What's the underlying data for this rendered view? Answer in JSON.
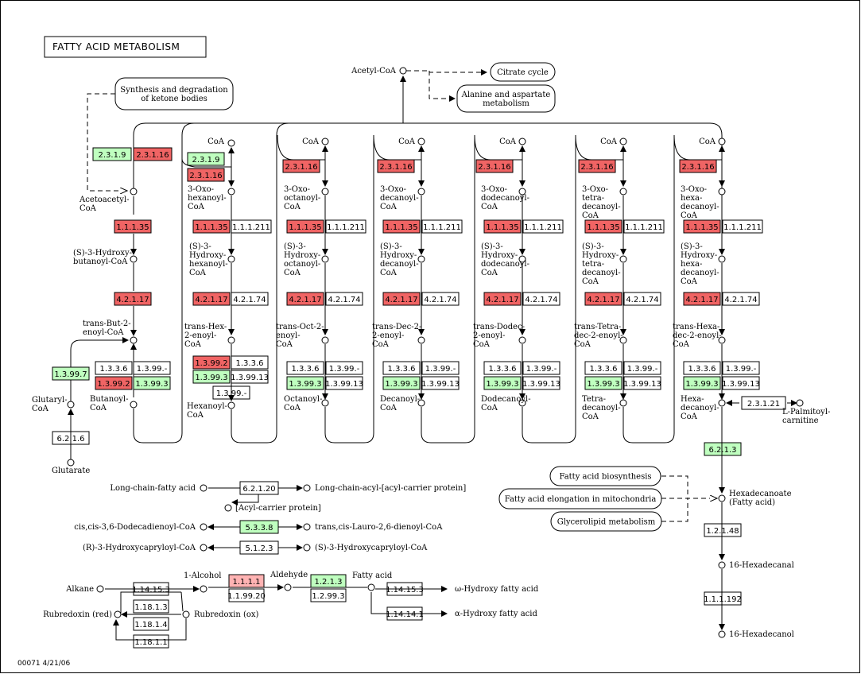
{
  "title": "FATTY ACID METABOLISM",
  "footer": "00071  4/21/06",
  "top": {
    "acetyl_coa": "Acetyl-CoA",
    "citrate_cycle": "Citrate cycle",
    "alanine": [
      "Alanine and aspartate",
      "metabolism"
    ],
    "ketone": [
      "Synthesis and degradation",
      "of ketone bodies"
    ]
  },
  "coa": "CoA",
  "col1": {
    "enz_top": [
      "2.3.1.9",
      "2.3.1.16"
    ],
    "acetoacetyl": [
      "Acetoacetyl-",
      "CoA"
    ],
    "enz_1_1_1_35": "1.1.1.35",
    "hydroxy": [
      "(S)-3-Hydroxy-",
      "butanoyl-CoA"
    ],
    "enz_4_2_1_17": "4.2.1.17",
    "transbut": [
      "trans-But-2-",
      "enoyl-CoA"
    ],
    "enz_1_3_99_7": "1.3.99.7",
    "glutaryl": [
      "Glutaryl-",
      "CoA"
    ],
    "enz_6_2_1_6": "6.2.1.6",
    "glutarate": "Glutarate",
    "enz_pair1": [
      "1.3.3.6",
      "1.3.99.-"
    ],
    "enz_pair2": [
      "1.3.99.2",
      "1.3.99.3"
    ],
    "butanoyl": [
      "Butanoyl-",
      "CoA"
    ]
  },
  "col2": {
    "enz_top": [
      "2.3.1.9",
      "2.3.1.16"
    ],
    "oxo": [
      "3-Oxo-",
      "hexanoyl-",
      "CoA"
    ],
    "enz_a": [
      "1.1.1.35",
      "1.1.1.211"
    ],
    "hydroxy": [
      "(S)-3-",
      "Hydroxy-",
      "hexanoyl-",
      "CoA"
    ],
    "enz_b": [
      "4.2.1.17",
      "4.2.1.74"
    ],
    "trans": [
      "trans-Hex-",
      "2-enoyl-",
      "CoA"
    ],
    "enz_c": [
      "1.3.99.2",
      "1.3.3.6"
    ],
    "enz_d": [
      "1.3.99.3",
      "1.3.99.13"
    ],
    "enz_e": "1.3.99.-",
    "acyl": [
      "Hexanoyl-",
      "CoA"
    ]
  },
  "columns": [
    {
      "enz_top": "2.3.1.16",
      "oxo": [
        "3-Oxo-",
        "octanoyl-",
        "CoA"
      ],
      "enz_a": [
        "1.1.1.35",
        "1.1.1.211"
      ],
      "hydroxy": [
        "(S)-3-",
        "Hydroxy-",
        "octanoyl-",
        "CoA"
      ],
      "enz_b": [
        "4.2.1.17",
        "4.2.1.74"
      ],
      "trans": [
        "trans-Oct-2-",
        "enoyl-",
        "CoA"
      ],
      "enz_c": [
        "1.3.3.6",
        "1.3.99.-"
      ],
      "enz_d": [
        "1.3.99.3",
        "1.3.99.13"
      ],
      "acyl": [
        "Octanoyl-",
        "CoA"
      ]
    },
    {
      "enz_top": "2.3.1.16",
      "oxo": [
        "3-Oxo-",
        "decanoyl-",
        "CoA"
      ],
      "enz_a": [
        "1.1.1.35",
        "1.1.1.211"
      ],
      "hydroxy": [
        "(S)-3-",
        "Hydroxy-",
        "decanoyl-",
        "CoA"
      ],
      "enz_b": [
        "4.2.1.17",
        "4.2.1.74"
      ],
      "trans": [
        "trans-Dec-2-",
        "2-enoyl-",
        "CoA"
      ],
      "enz_c": [
        "1.3.3.6",
        "1.3.99.-"
      ],
      "enz_d": [
        "1.3.99.3",
        "1.3.99.13"
      ],
      "acyl": [
        "Decanoyl-",
        "CoA"
      ]
    },
    {
      "enz_top": "2.3.1.16",
      "oxo": [
        "3-Oxo-",
        "dodecanoyl-",
        "CoA"
      ],
      "enz_a": [
        "1.1.1.35",
        "1.1.1.211"
      ],
      "hydroxy": [
        "(S)-3-",
        "Hydroxy-",
        "dodecanoyl-",
        "CoA"
      ],
      "enz_b": [
        "4.2.1.17",
        "4.2.1.74"
      ],
      "trans": [
        "trans-Dodec-",
        "2-enoyl-",
        "CoA"
      ],
      "enz_c": [
        "1.3.3.6",
        "1.3.99.-"
      ],
      "enz_d": [
        "1.3.99.3",
        "1.3.99.13"
      ],
      "acyl": [
        "Dodecanoyl-",
        "CoA"
      ]
    },
    {
      "enz_top": "2.3.1.16",
      "oxo": [
        "3-Oxo-",
        "tetra-",
        "decanoyl-",
        "CoA"
      ],
      "enz_a": [
        "1.1.1.35",
        "1.1.1.211"
      ],
      "hydroxy": [
        "(S)-3-",
        "Hydroxy-",
        "tetra-",
        "decanoyl-",
        "CoA"
      ],
      "enz_b": [
        "4.2.1.17",
        "4.2.1.74"
      ],
      "trans": [
        "trans-Tetra-",
        "dec-2-enoyl-",
        "CoA"
      ],
      "enz_c": [
        "1.3.3.6",
        "1.3.99.-"
      ],
      "enz_d": [
        "1.3.99.3",
        "1.3.99.13"
      ],
      "acyl": [
        "Tetra-",
        "decanoyl-",
        "CoA"
      ]
    },
    {
      "enz_top": "2.3.1.16",
      "oxo": [
        "3-Oxo-",
        "hexa-",
        "decanoyl-",
        "CoA"
      ],
      "enz_a": [
        "1.1.1.35",
        "1.1.1.211"
      ],
      "hydroxy": [
        "(S)-3-",
        "Hydroxy-",
        "hexa-",
        "decanoyl-",
        "CoA"
      ],
      "enz_b": [
        "4.2.1.17",
        "4.2.1.74"
      ],
      "trans": [
        "trans-Hexa-",
        "dec-2-enoyl-",
        "CoA"
      ],
      "enz_c": [
        "1.3.3.6",
        "1.3.99.-"
      ],
      "enz_d": [
        "1.3.99.3",
        "1.3.99.13"
      ],
      "acyl": [
        "Hexa-",
        "decanoyl-",
        "CoA"
      ]
    }
  ],
  "right": {
    "enz_2_3_1_21": "2.3.1.21",
    "palmitoyl": [
      "L-Palmitoyl-",
      "carnitine"
    ],
    "enz_6_2_1_3": "6.2.1.3",
    "hexadecanoate": [
      "Hexadecanoate",
      "(Fatty acid)"
    ],
    "enz_1_2_1_48": "1.2.1.48",
    "hexadecanal": "16-Hexadecanal",
    "enz_1_1_1_192": "1.1.1.192",
    "hexadecanol": "16-Hexadecanol",
    "fa_biosynth": "Fatty acid biosynthesis",
    "fa_elong": "Fatty acid elongation in mitochondria",
    "glycerolipid": "Glycerolipid metabolism"
  },
  "misc": {
    "lcfa": "Long-chain-fatty acid",
    "enz_6_2_1_20": "6.2.1.20",
    "lcacp": "Long-chain-acyl-[acyl-carrier protein]",
    "acp": "[Acyl-carrier protein]",
    "cis": "cis,cis-3,6-Dodecadienoyl-CoA",
    "enz_5_3_3_8": "5.3.3.8",
    "trans_lauro": "trans,cis-Lauro-2,6-dienoyl-CoA",
    "r3": "(R)-3-Hydroxycapryloyl-CoA",
    "enz_5_1_2_3": "5.1.2.3",
    "s3": "(S)-3-Hydroxycapryloyl-CoA"
  },
  "bottom": {
    "alkane": "Alkane",
    "enz_1_14_15_3": "1.14.15.3",
    "alcohol": "1-Alcohol",
    "enz_1_1_1_1": "1.1.1.1",
    "enz_1_1_99_20": "1.1.99.20",
    "aldehyde": "Aldehyde",
    "enz_1_2_1_3": "1.2.1.3",
    "enz_1_2_99_3": "1.2.99.3",
    "fatty_acid": "Fatty acid",
    "enz_1_14_15_3b": "1.14.15.3",
    "omega": "ω-Hydroxy fatty acid",
    "enz_1_14_14_1": "1.14.14.1",
    "alpha": "α-Hydroxy fatty acid",
    "rub_red": "Rubredoxin (red)",
    "rub_ox": "Rubredoxin (ox)",
    "enz_1_18_1_3": "1.18.1.3",
    "enz_1_18_1_4": "1.18.1.4",
    "enz_1_18_1_1": "1.18.1.1"
  }
}
